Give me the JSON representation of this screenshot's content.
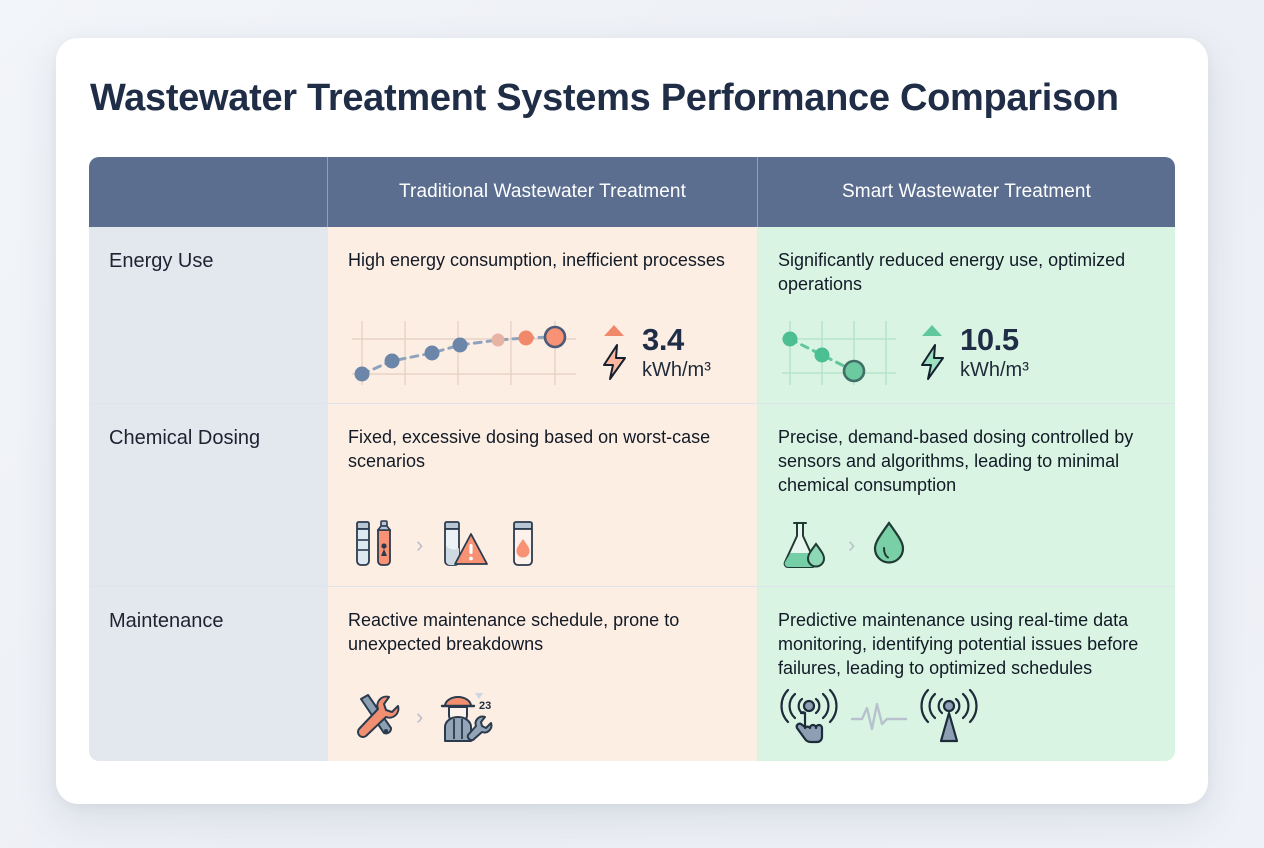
{
  "page": {
    "title": "Wastewater Treatment Systems Performance Comparison",
    "background_color": "#eef1f6",
    "card_color": "#ffffff"
  },
  "table": {
    "header": {
      "feature_column": "",
      "traditional": "Traditional Wastewater Treatment",
      "smart": "Smart Wastewater Treatment",
      "background_color": "#5b6e90",
      "text_color": "#ffffff"
    },
    "column_colors": {
      "feature": "#e3e7ee",
      "traditional": "#fdeee4",
      "smart": "#d9f4e3"
    },
    "rows": [
      {
        "feature": "Energy Use",
        "traditional": {
          "description": "High energy consumption, inefficient processes",
          "kpi_value": "3.4",
          "kpi_unit": "kWh/m³",
          "trend": "up",
          "icon": "lightning-bolt-icon",
          "accent_color": "#f2886a"
        },
        "smart": {
          "description": "Significantly reduced energy use, optimized operations",
          "kpi_value": "10.5",
          "kpi_unit": "kWh/m³",
          "trend": "up",
          "icon": "lightning-bolt-icon",
          "accent_color": "#4cbf92"
        }
      },
      {
        "feature": "Chemical Dosing",
        "traditional": {
          "description": "Fixed, excessive dosing based on worst-case scenarios",
          "icons": [
            "chemical-bottles-icon",
            "chevron-right-icon",
            "warning-bottle-icon",
            "dosing-vial-icon"
          ]
        },
        "smart": {
          "description": "Precise, demand-based dosing controlled by sensors and algorithms, leading to minimal chemical consumption",
          "icons": [
            "flask-droplet-icon",
            "chevron-right-icon",
            "water-droplet-icon"
          ]
        }
      },
      {
        "feature": "Maintenance",
        "traditional": {
          "description": "Reactive maintenance schedule, prone to unexpected breakdowns",
          "icons": [
            "tools-screwdriver-wrench-icon",
            "chevron-right-icon",
            "technician-worker-icon"
          ],
          "badge": "23"
        },
        "smart": {
          "description": "Predictive maintenance using real-time data monitoring, identifying potential issues before failures, leading to optimized schedules",
          "icons": [
            "wireless-touch-sensor-icon",
            "pulse-waveform-icon",
            "signal-tower-icon"
          ]
        }
      }
    ]
  },
  "chart_data": [
    {
      "type": "line",
      "title": "Traditional energy trend",
      "x": [
        0,
        1,
        2,
        3,
        4,
        5,
        6
      ],
      "values": [
        1.0,
        2.1,
        2.9,
        3.5,
        3.8,
        3.9,
        4.0
      ],
      "point_colors": [
        "#6b86a8",
        "#6b86a8",
        "#6b86a8",
        "#6b86a8",
        "#e7b3a2",
        "#f2886a",
        "#f79274"
      ],
      "highlight_index": 6,
      "grid": true,
      "ylabel": "",
      "xlabel": ""
    },
    {
      "type": "line",
      "title": "Smart energy trend",
      "x": [
        0,
        1,
        2
      ],
      "values": [
        4.0,
        3.0,
        1.8
      ],
      "point_colors": [
        "#4cbf92",
        "#4cbf92",
        "#6ccaa1"
      ],
      "highlight_index": 2,
      "grid": true,
      "ylabel": "",
      "xlabel": ""
    }
  ]
}
